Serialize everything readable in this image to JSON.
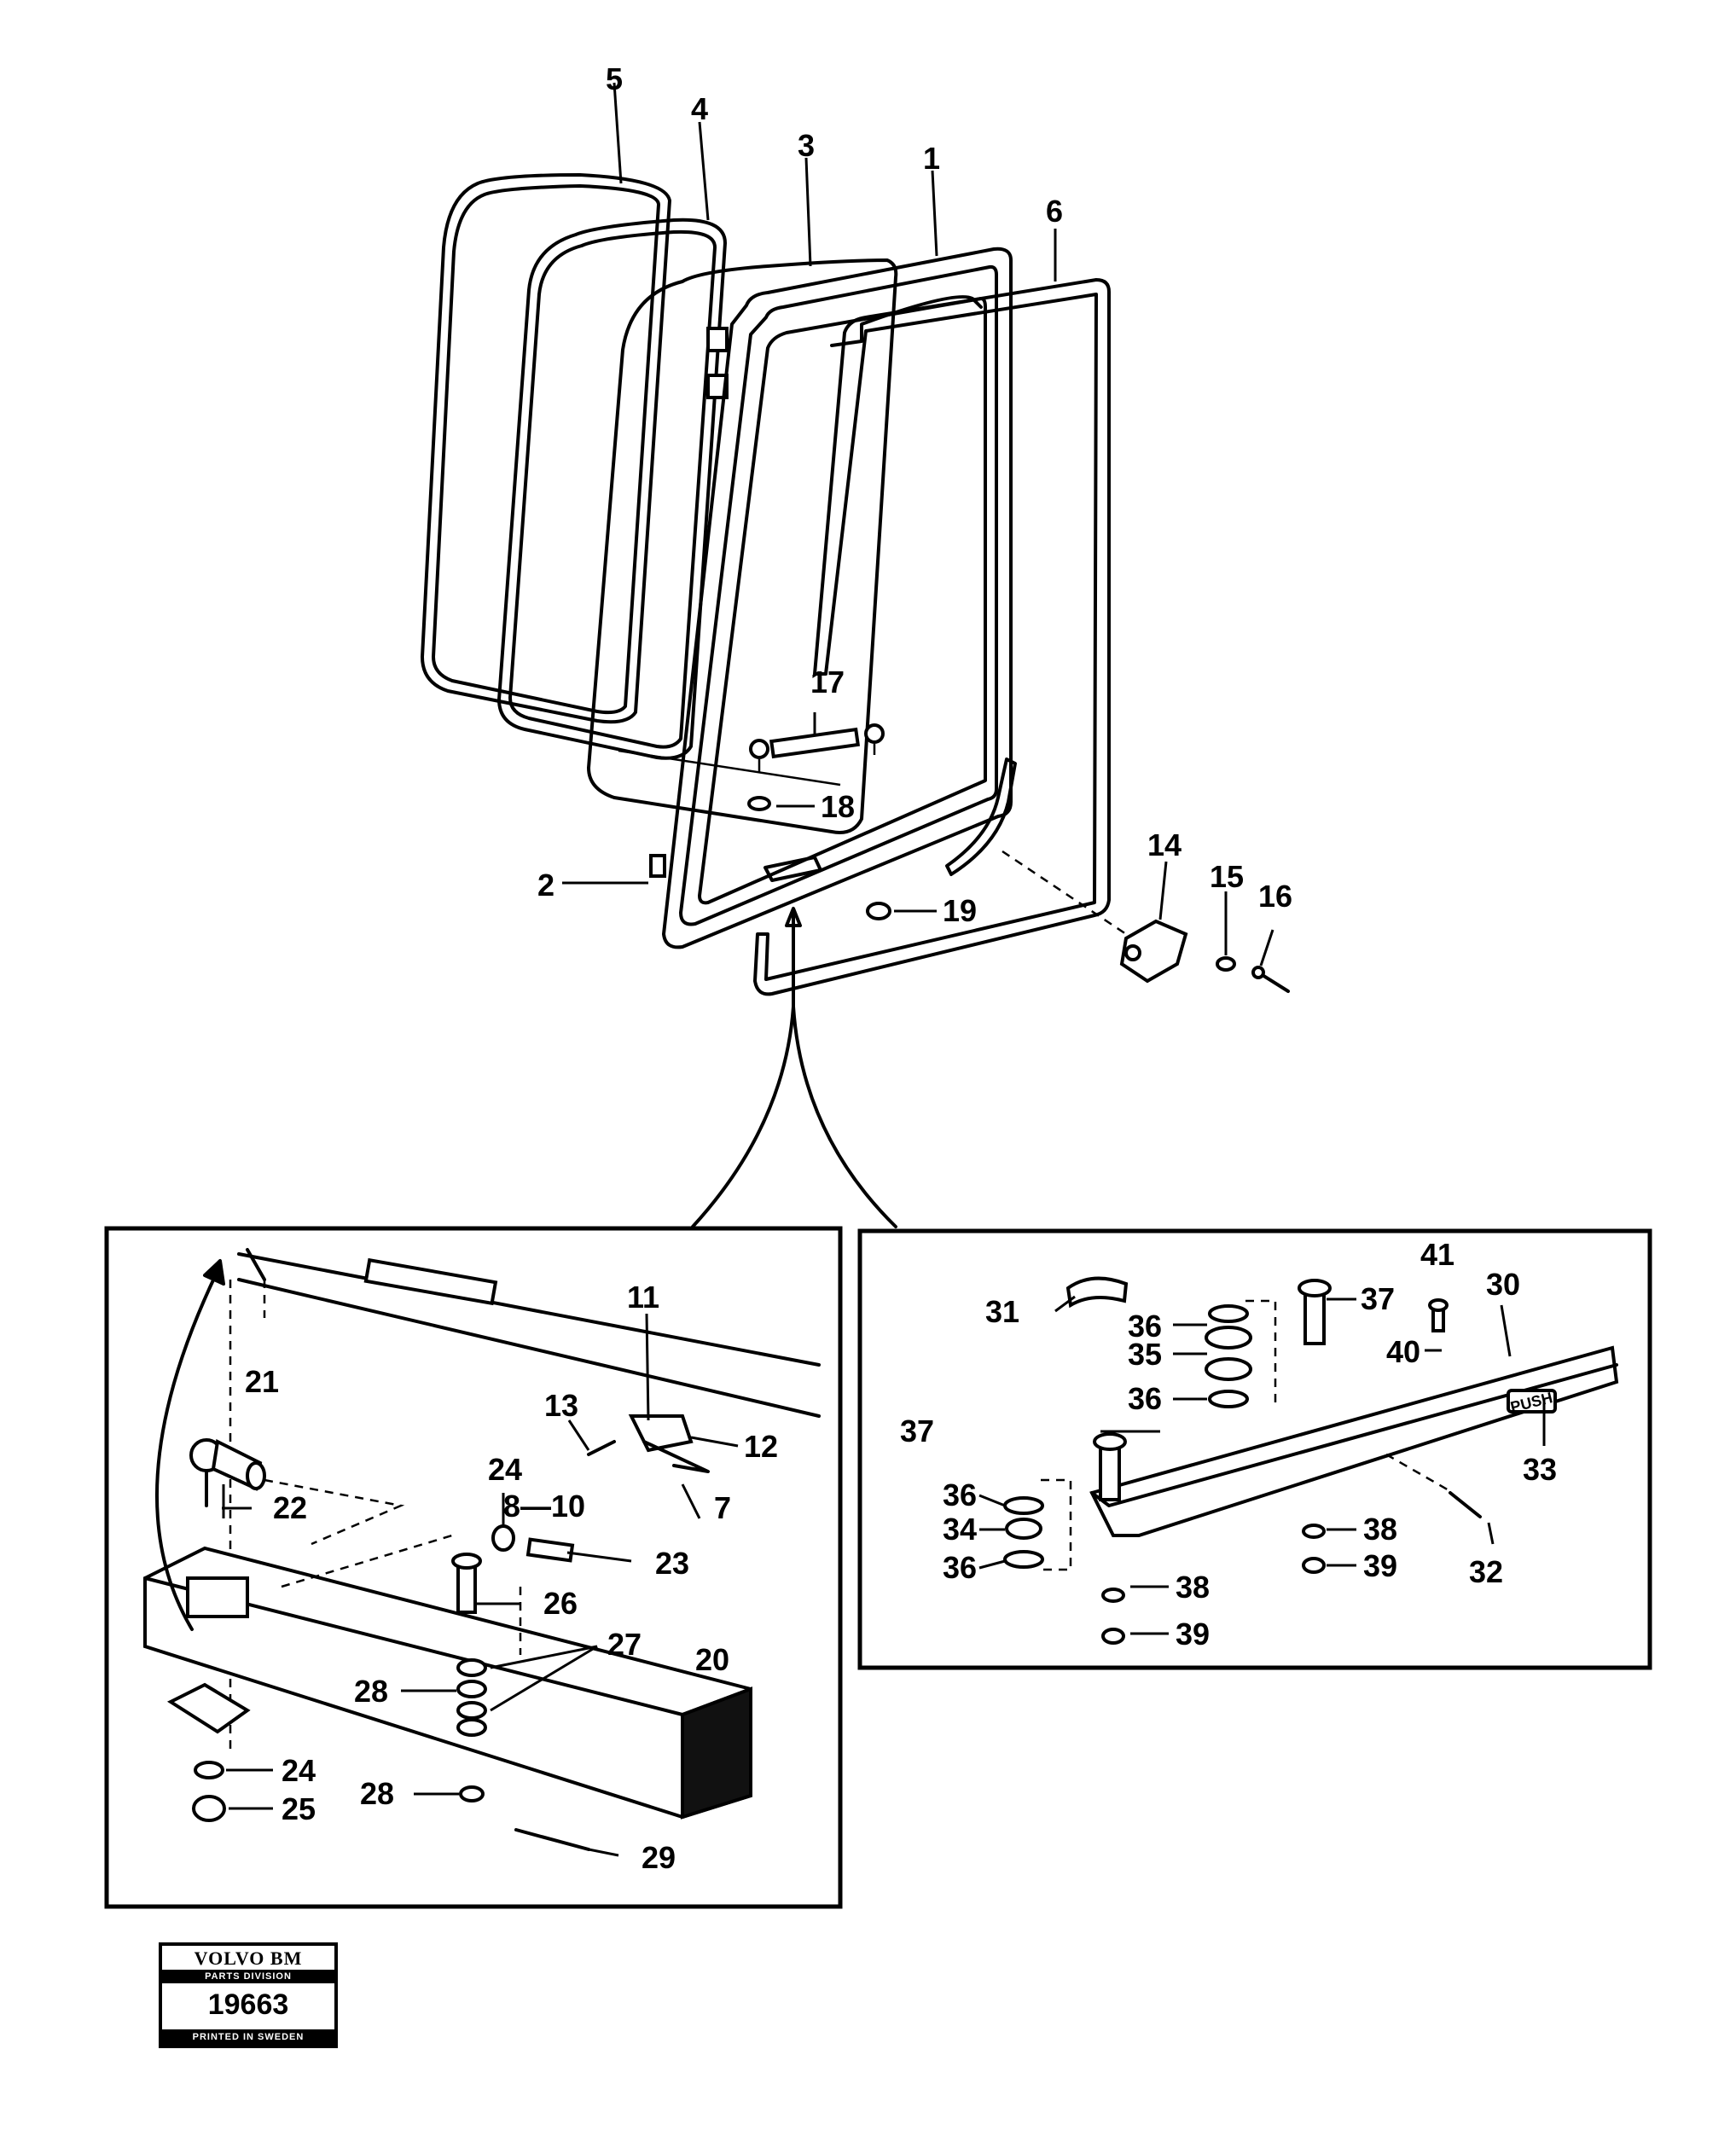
{
  "callouts": {
    "c1": "1",
    "c2": "2",
    "c3": "3",
    "c4": "4",
    "c5": "5",
    "c6": "6",
    "c7": "7",
    "c8_10": "8—10",
    "c11": "11",
    "c12": "12",
    "c13": "13",
    "c14": "14",
    "c15": "15",
    "c16": "16",
    "c17": "17",
    "c18": "18",
    "c19": "19",
    "c20": "20",
    "c21": "21",
    "c22": "22",
    "c23": "23",
    "c24a": "24",
    "c24b": "24",
    "c25": "25",
    "c26": "26",
    "c27": "27",
    "c28a": "28",
    "c28b": "28",
    "c29": "29",
    "c30": "30",
    "c31": "31",
    "c32": "32",
    "c33": "33",
    "c34": "34",
    "c35": "35",
    "c36a": "36",
    "c36b": "36",
    "c36c": "36",
    "c36d": "36",
    "c37a": "37",
    "c37b": "37",
    "c38a": "38",
    "c38b": "38",
    "c39a": "39",
    "c39b": "39",
    "c40": "40",
    "c41": "41"
  },
  "armrest_decal": "PUSH",
  "stamp": {
    "brand": "VOLVO BM",
    "division": "PARTS DIVISION",
    "number": "19663",
    "footer": "PRINTED IN SWEDEN"
  }
}
